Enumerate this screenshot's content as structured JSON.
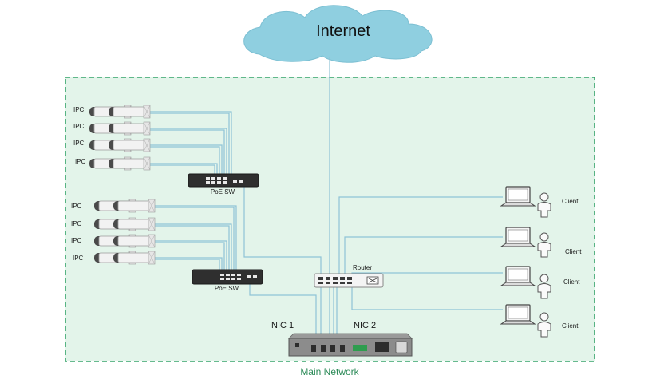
{
  "cloud": {
    "label": "Internet"
  },
  "cameras": {
    "label": "IPC"
  },
  "switches": [
    {
      "label": "PoE SW"
    },
    {
      "label": "PoE SW"
    }
  ],
  "router": {
    "label": "Router"
  },
  "clients": {
    "label": "Client"
  },
  "nvr": {
    "nic1_label": "NIC 1",
    "nic2_label": "NIC 2"
  },
  "network": {
    "label": "Main Network"
  },
  "colors": {
    "zone_fill": "#e3f4ea",
    "zone_border": "#35a36a",
    "link": "#8fc3d6",
    "cloud": "#8fcfe0"
  }
}
